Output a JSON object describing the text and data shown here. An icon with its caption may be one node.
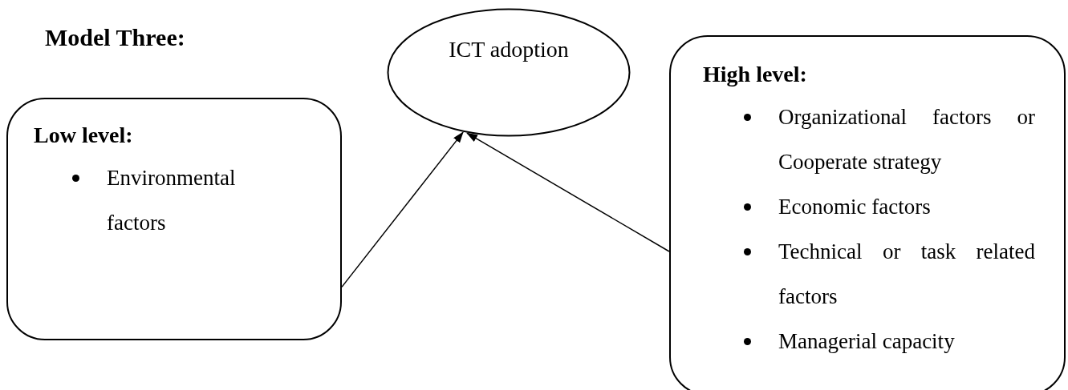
{
  "diagram": {
    "title": "Model Three:",
    "nodes": [
      {
        "text": [
          "ICT adoption"
        ]
      },
      {
        "text": [
          "Low level:",
          "Environmental factors"
        ]
      },
      {
        "text": [
          "High level:",
          "Organizational factors or Cooperate strategy",
          "Economic factors",
          "Technical or task related factors",
          "Managerial capacity"
        ]
      }
    ],
    "edges": [
      {
        "from": 1,
        "to": 0,
        "arrow": "to"
      },
      {
        "from": 2,
        "to": 0,
        "arrow": "to"
      }
    ]
  }
}
